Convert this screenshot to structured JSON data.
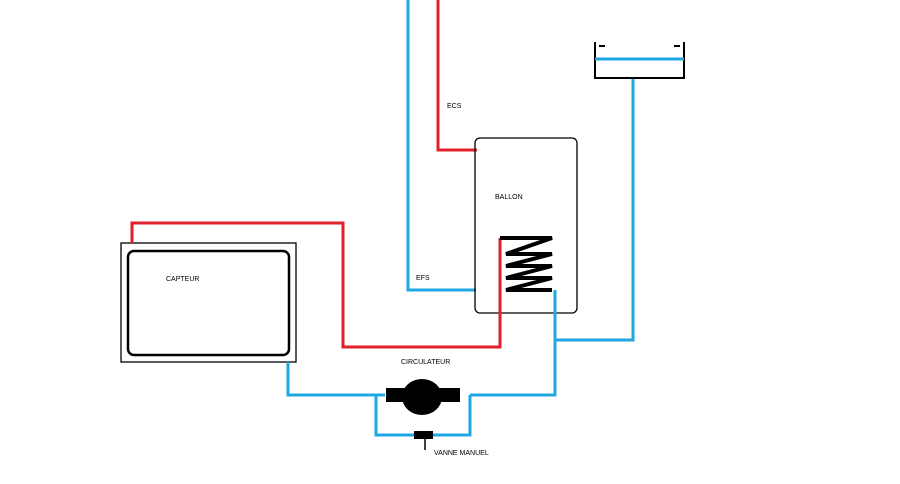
{
  "labels": {
    "collector": "CAPTEUR",
    "tank": "BALLON",
    "hot_water": "ECS",
    "cold_water": "EFS",
    "pump": "CIRCULATEUR",
    "valve": "VANNE MANUEL"
  },
  "colors": {
    "cold_pipe": "#1EA7E1",
    "hot_pipe": "#E0202A",
    "outline": "#000000"
  }
}
